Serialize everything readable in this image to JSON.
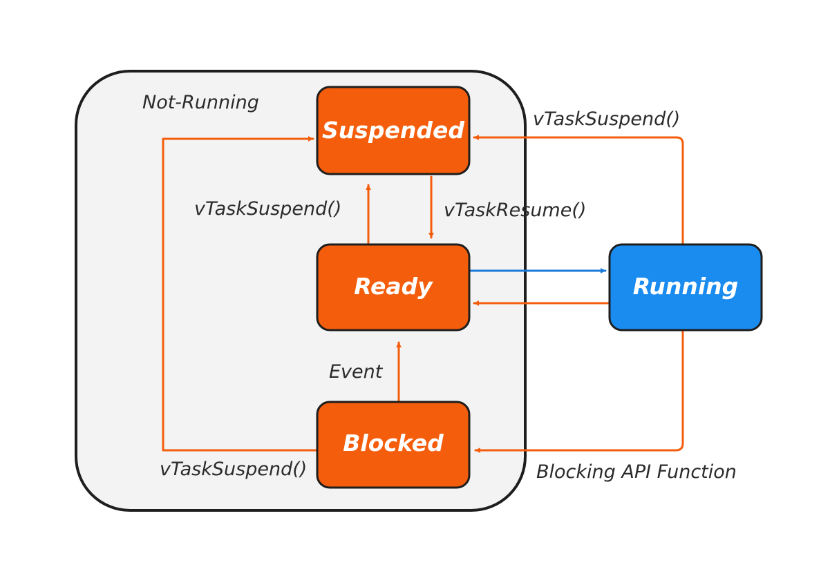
{
  "group": {
    "label": "Not-Running"
  },
  "states": {
    "suspended": "Suspended",
    "ready": "Ready",
    "blocked": "Blocked",
    "running": "Running"
  },
  "edges": {
    "ready_to_suspended": "vTaskSuspend()",
    "suspended_to_ready": "vTaskResume()",
    "blocked_to_ready": "Event",
    "blocked_to_suspended": "vTaskSuspend()",
    "running_to_suspended": "vTaskSuspend()",
    "running_to_blocked": "Blocking API Function"
  },
  "colors": {
    "state_not_running": "#f45d0b",
    "state_running": "#1a8cf0",
    "group_fill": "#f3f3f3",
    "group_border": "#1e1e1e"
  }
}
